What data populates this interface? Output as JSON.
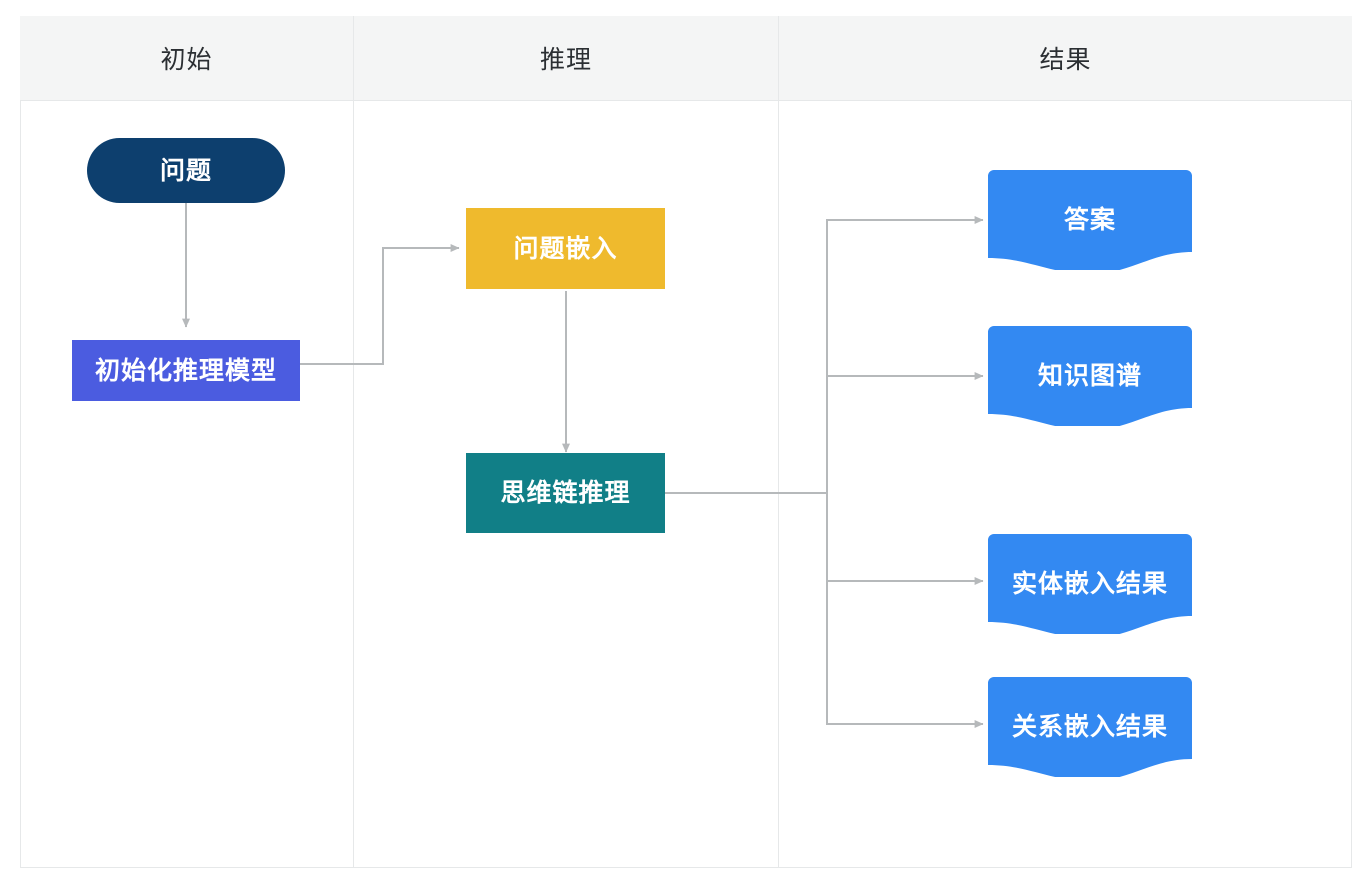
{
  "diagram": {
    "title": "",
    "type": "swimlane-flowchart",
    "lanes": [
      {
        "id": "lane-start",
        "label": "初始"
      },
      {
        "id": "lane-reason",
        "label": "推理"
      },
      {
        "id": "lane-result",
        "label": "结果"
      }
    ],
    "nodes": [
      {
        "id": "question",
        "label": "问题",
        "lane": "lane-start",
        "shape": "stadium",
        "color": "#0d3f6e"
      },
      {
        "id": "init-model",
        "label": "初始化推理模型",
        "lane": "lane-start",
        "shape": "rect",
        "color": "#4b5ce0"
      },
      {
        "id": "question-embed",
        "label": "问题嵌入",
        "lane": "lane-reason",
        "shape": "rect",
        "color": "#efba2d"
      },
      {
        "id": "cot-reasoning",
        "label": "思维链推理",
        "lane": "lane-reason",
        "shape": "rect",
        "color": "#117f87"
      },
      {
        "id": "answer",
        "label": "答案",
        "lane": "lane-result",
        "shape": "document",
        "color": "#3389f2"
      },
      {
        "id": "knowledge-graph",
        "label": "知识图谱",
        "lane": "lane-result",
        "shape": "document",
        "color": "#3389f2"
      },
      {
        "id": "entity-embed",
        "label": "实体嵌入结果",
        "lane": "lane-result",
        "shape": "document",
        "color": "#3389f2"
      },
      {
        "id": "relation-embed",
        "label": "关系嵌入结果",
        "lane": "lane-result",
        "shape": "document",
        "color": "#3389f2"
      }
    ],
    "edges": [
      {
        "from": "question",
        "to": "init-model"
      },
      {
        "from": "init-model",
        "to": "question-embed"
      },
      {
        "from": "question-embed",
        "to": "cot-reasoning"
      },
      {
        "from": "cot-reasoning",
        "to": "answer"
      },
      {
        "from": "cot-reasoning",
        "to": "knowledge-graph"
      },
      {
        "from": "cot-reasoning",
        "to": "entity-embed"
      },
      {
        "from": "cot-reasoning",
        "to": "relation-embed"
      }
    ],
    "colors": {
      "background": "#ffffff",
      "frame_border": "#e6e8e9",
      "header_background": "#f4f5f5",
      "header_text": "#2b2f33",
      "edge": "#b6b9bb",
      "node_text": "#ffffff"
    }
  }
}
